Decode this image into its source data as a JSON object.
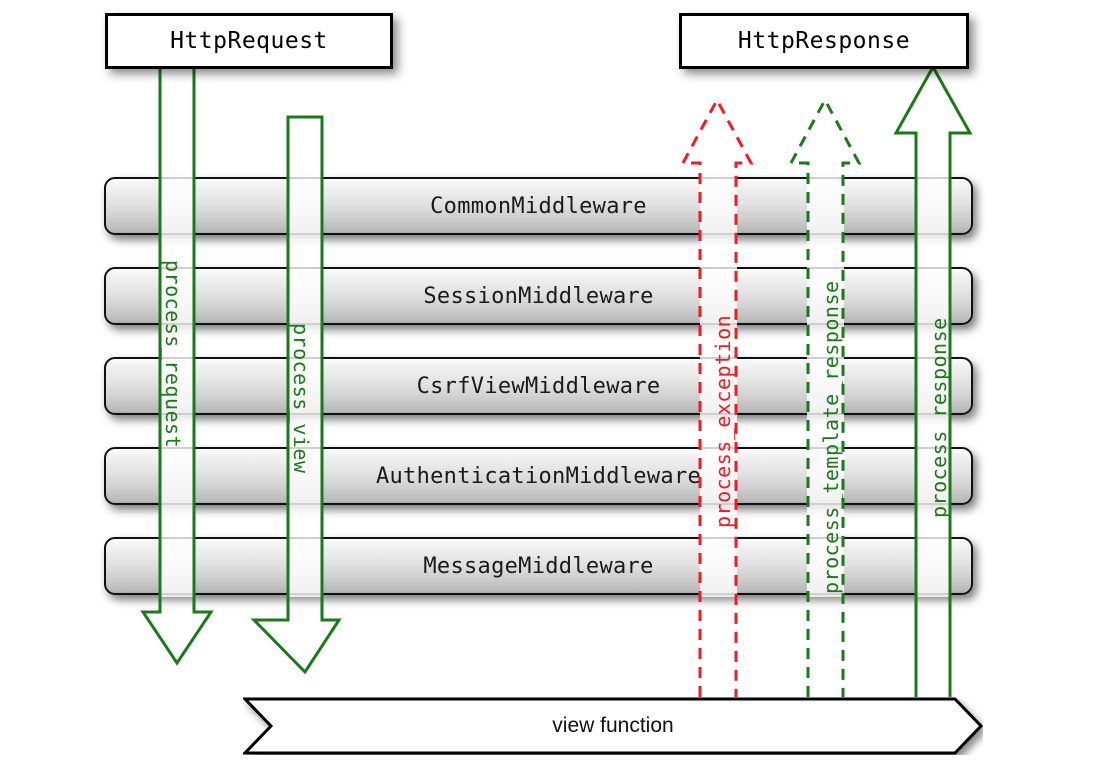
{
  "diagram": {
    "title_request": "HttpRequest",
    "title_response": "HttpResponse",
    "view_function": "view function",
    "colors": {
      "green": "#1a7a1a",
      "red": "#ee1c24",
      "box_border": "#000000",
      "bar_border": "#111111",
      "background": "#ffffff"
    },
    "endpoints": [
      {
        "name": "http-request",
        "label": "HttpRequest"
      },
      {
        "name": "http-response",
        "label": "HttpResponse"
      }
    ],
    "middleware": [
      {
        "label": "CommonMiddleware"
      },
      {
        "label": "SessionMiddleware"
      },
      {
        "label": "CsrfViewMiddleware"
      },
      {
        "label": "AuthenticationMiddleware"
      },
      {
        "label": "MessageMiddleware"
      }
    ],
    "hooks": [
      {
        "name": "process-request",
        "label": "process_request",
        "color": "#1a7a1a",
        "style": "solid",
        "direction": "down",
        "origin": "HttpRequest",
        "target": "middleware-stack"
      },
      {
        "name": "process-view",
        "label": "process_view",
        "color": "#1a7a1a",
        "style": "solid",
        "direction": "down",
        "origin": "middleware-stack",
        "target": "view function"
      },
      {
        "name": "process-exception",
        "label": "process_exception",
        "color": "#ee1c24",
        "style": "dashed",
        "direction": "up",
        "origin": "view function",
        "target": "middleware-stack"
      },
      {
        "name": "process-template-response",
        "label": "process_template_response",
        "color": "#1a7a1a",
        "style": "dashed",
        "direction": "up",
        "origin": "view function",
        "target": "middleware-stack"
      },
      {
        "name": "process-response",
        "label": "process_response",
        "color": "#1a7a1a",
        "style": "solid",
        "direction": "up",
        "origin": "view function",
        "target": "HttpResponse"
      }
    ]
  }
}
